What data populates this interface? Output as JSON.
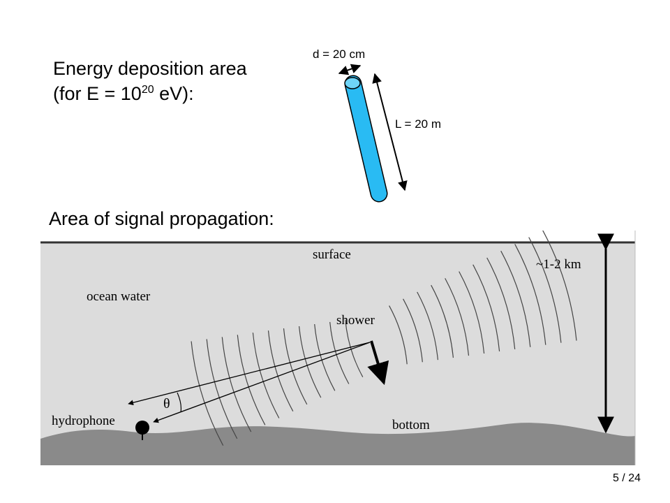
{
  "slide": {
    "title_line1": "Energy deposition area",
    "title_line2_prefix": "(for E = 10",
    "title_exponent": "20",
    "title_line2_suffix": " eV):",
    "subtitle": "Area of signal propagation:",
    "page_current": "5",
    "page_total": "24"
  },
  "cylinder": {
    "diameter_label": "d = 20 cm",
    "length_label": "L = 20 m",
    "fill_color": "#29bbf3"
  },
  "scene": {
    "surface_label": "surface",
    "depth_label": "~1-2 km",
    "water_label": "ocean water",
    "shower_label": "shower",
    "angle_label": "θ",
    "hydrophone_label": "hydrophone",
    "bottom_label": "bottom",
    "water_color": "#dcdcdc",
    "seabed_color": "#8a8a8a"
  }
}
